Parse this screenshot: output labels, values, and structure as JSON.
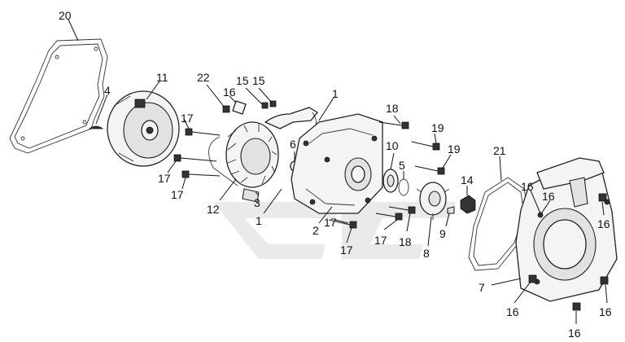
{
  "callouts": [
    {
      "id": "c20",
      "text": "20"
    },
    {
      "id": "c4",
      "text": "4"
    },
    {
      "id": "c11",
      "text": "11"
    },
    {
      "id": "c22",
      "text": "22"
    },
    {
      "id": "c16a",
      "text": "16"
    },
    {
      "id": "c15a",
      "text": "15"
    },
    {
      "id": "c15b",
      "text": "15"
    },
    {
      "id": "c1a",
      "text": "1"
    },
    {
      "id": "c17a",
      "text": "17"
    },
    {
      "id": "c17b",
      "text": "17"
    },
    {
      "id": "c17c",
      "text": "17"
    },
    {
      "id": "c12",
      "text": "12"
    },
    {
      "id": "c3",
      "text": "3"
    },
    {
      "id": "c1b",
      "text": "1"
    },
    {
      "id": "c6",
      "text": "6"
    },
    {
      "id": "c18a",
      "text": "18"
    },
    {
      "id": "c10",
      "text": "10"
    },
    {
      "id": "c5",
      "text": "5"
    },
    {
      "id": "c19a",
      "text": "19"
    },
    {
      "id": "c19b",
      "text": "19"
    },
    {
      "id": "c2",
      "text": "2"
    },
    {
      "id": "c17d",
      "text": "17"
    },
    {
      "id": "c17e",
      "text": "17"
    },
    {
      "id": "c17f",
      "text": "17"
    },
    {
      "id": "c18b",
      "text": "18"
    },
    {
      "id": "c8",
      "text": "8"
    },
    {
      "id": "c14",
      "text": "14"
    },
    {
      "id": "c9",
      "text": "9"
    },
    {
      "id": "c21",
      "text": "21"
    },
    {
      "id": "c16b",
      "text": "16"
    },
    {
      "id": "c16c",
      "text": "16"
    },
    {
      "id": "c16d",
      "text": "16"
    },
    {
      "id": "c16e",
      "text": "16"
    },
    {
      "id": "c16f",
      "text": "16"
    },
    {
      "id": "c16g",
      "text": "16"
    },
    {
      "id": "c7",
      "text": "7"
    }
  ]
}
